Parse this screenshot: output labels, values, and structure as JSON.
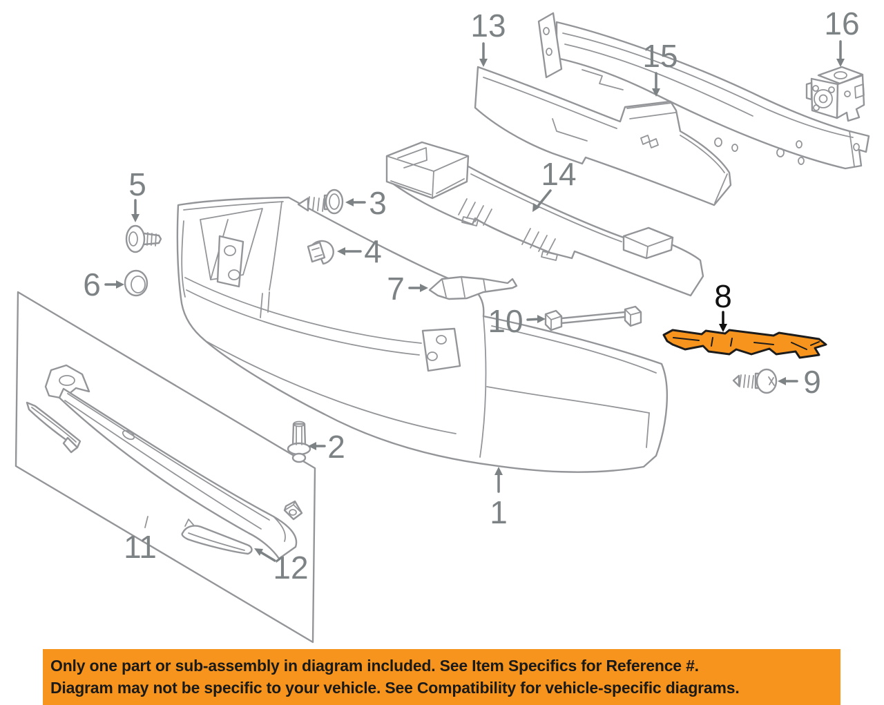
{
  "diagram": {
    "labels": {
      "n1": "1",
      "n2": "2",
      "n3": "3",
      "n4": "4",
      "n5": "5",
      "n6": "6",
      "n7": "7",
      "n8": "8",
      "n9": "9",
      "n10": "10",
      "n11": "11",
      "n12": "12",
      "n13": "13",
      "n14": "14",
      "n15": "15",
      "n16": "16"
    },
    "highlighted_part": "8"
  },
  "banner": {
    "line1": "Only one part or sub-assembly in diagram included. See Item Specifics for Reference #.",
    "line2": "Diagram may not be specific to your vehicle. See Compatibility for vehicle-specific diagrams."
  },
  "colors": {
    "background": "#FFFFFF",
    "line_gray": "#939598",
    "label_gray": "#7D8285",
    "label_black": "#111111",
    "highlight_fill": "#F7941D",
    "highlight_outline": "#1C1C1C",
    "banner_bg": "#F7941D",
    "banner_text": "#1A1A1A"
  }
}
